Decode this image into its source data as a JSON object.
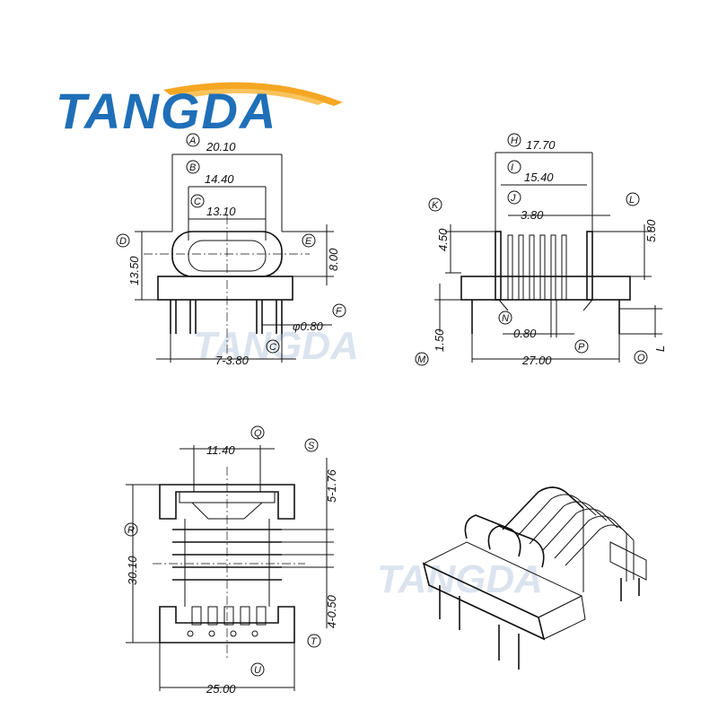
{
  "brand": {
    "name": "TangDa",
    "logo_text": "TANGDA",
    "colors": {
      "blue": "#1f6fb8",
      "orange": "#f5a623"
    }
  },
  "watermark": "TANGDA",
  "front_view": {
    "A": {
      "tag": "A",
      "value": "20.10"
    },
    "B": {
      "tag": "B",
      "value": "14.40"
    },
    "C": {
      "tag": "C",
      "value": "13.10"
    },
    "D": {
      "tag": "D",
      "value": "13.50"
    },
    "E": {
      "tag": "E",
      "value": "8.00"
    },
    "F": {
      "tag": "F",
      "value": "φ0.80"
    },
    "pitch": {
      "tag": "C",
      "value": "7-3.80"
    }
  },
  "side_view": {
    "H": {
      "tag": "H",
      "value": "17.70"
    },
    "I": {
      "tag": "I",
      "value": "15.40"
    },
    "J": {
      "tag": "J",
      "value": "3.80"
    },
    "K": {
      "tag": "K",
      "value": "4.50"
    },
    "L": {
      "tag": "L",
      "value": "5.80"
    },
    "M": {
      "tag": "M",
      "value": "1.50"
    },
    "N": {
      "tag": "N",
      "value": "0.80"
    },
    "O": {
      "tag": "O",
      "value": "L"
    },
    "P": {
      "tag": "P",
      "value": "27.00"
    }
  },
  "top_view": {
    "Q": {
      "tag": "Q",
      "value": "11.40"
    },
    "R": {
      "tag": "R",
      "value": "30.10"
    },
    "S": {
      "tag": "S",
      "value": "5-1.76"
    },
    "T": {
      "tag": "T",
      "value": "4-0.50"
    },
    "U": {
      "tag": "U",
      "value": "25.00"
    }
  }
}
